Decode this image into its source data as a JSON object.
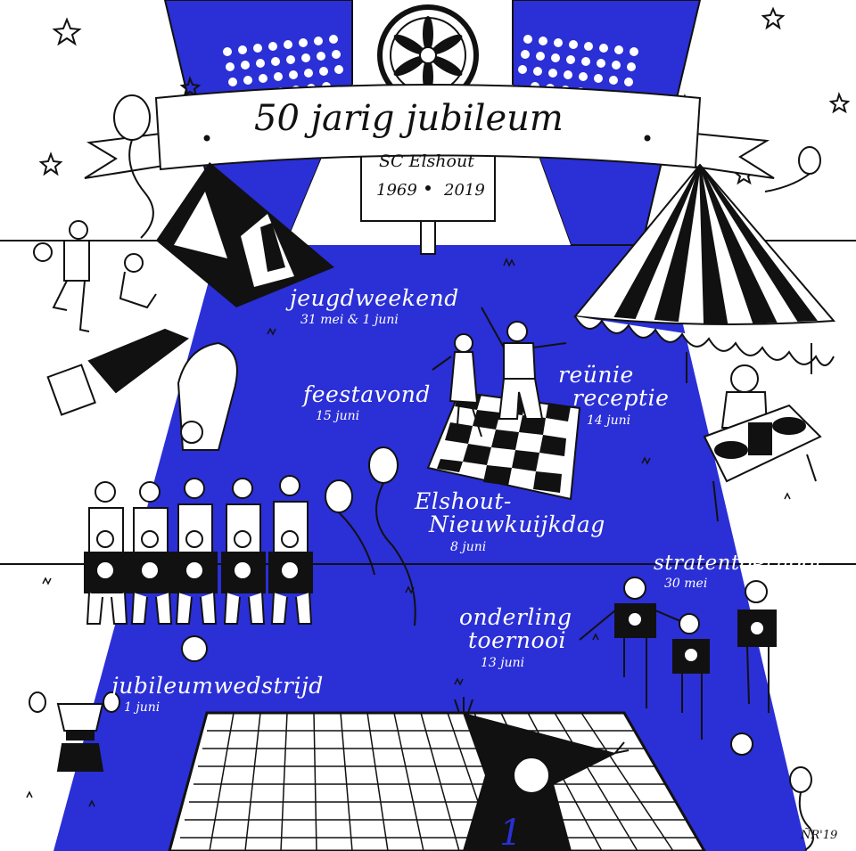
{
  "banner": {
    "title": "50 jarig jubileum",
    "club": "SC Elshout",
    "year_start": "1969",
    "year_end": "2019"
  },
  "events": {
    "jeugdweekend": {
      "name": "jeugdweekend",
      "date": "31 mei & 1 juni"
    },
    "feestavond": {
      "name": "feestavond",
      "date": "15 juni"
    },
    "reunie": {
      "name_line1": "reünie",
      "name_line2": "receptie",
      "date": "14 juni"
    },
    "elshout": {
      "name_line1": "Elshout-",
      "name_line2": "Nieuwkuijkdag",
      "date": "8 juni"
    },
    "stratentoernooi": {
      "name": "stratentoernooi",
      "date": "30 mei"
    },
    "onderling": {
      "name_line1": "onderling",
      "name_line2": "toernooi",
      "date": "13 juni"
    },
    "jubileumwedstrijd": {
      "name": "jubileumwedstrijd",
      "date": "1 juni"
    }
  },
  "signature": "ÑR'19",
  "jersey_number": "1",
  "colors": {
    "blue": "#2b2fd6",
    "ink": "#111111",
    "paper": "#ffffff"
  }
}
